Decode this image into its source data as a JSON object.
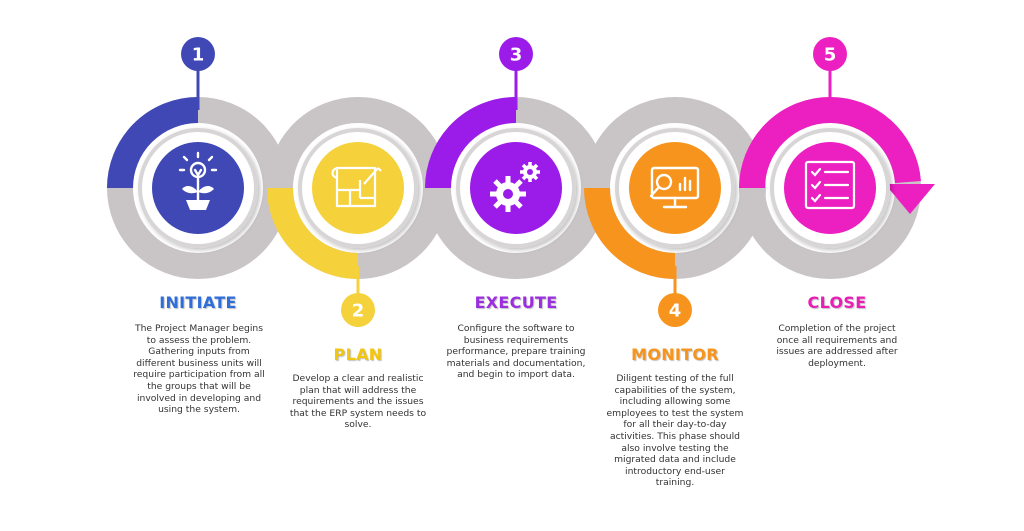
{
  "stages": [
    {
      "number": "1",
      "title": "INITIATE",
      "description": "The Project Manager begins to assess the problem. Gathering inputs from different business units will require participation from all the groups that will be involved in developing and using the system.",
      "color": "#3f48b4",
      "title_color": "#2f6ed8",
      "icon": "idea-plant-icon"
    },
    {
      "number": "2",
      "title": "PLAN",
      "description": "Develop a clear and realistic plan that will address the requirements and the issues that the ERP system needs to solve.",
      "color": "#f5d13c",
      "title_color": "#f2c511",
      "icon": "blueprint-icon"
    },
    {
      "number": "3",
      "title": "EXECUTE",
      "description": "Configure the software to business requirements performance, prepare training materials and documentation, and begin to import data.",
      "color": "#9b1be8",
      "title_color": "#9b2fe0",
      "icon": "gears-icon"
    },
    {
      "number": "4",
      "title": "MONITOR",
      "description": "Diligent testing of the full capabilities of the system, including allowing some employees to test the system for all their day-to-day activities. This phase should also involve testing the migrated data and include introductory end-user training.",
      "color": "#f7941d",
      "title_color": "#f7941d",
      "icon": "monitor-analytics-icon"
    },
    {
      "number": "5",
      "title": "CLOSE",
      "description": "Completion of the project once all requirements and issues are addressed after deployment.",
      "color": "#ec1fc1",
      "title_color": "#e91fb5",
      "icon": "checklist-icon"
    }
  ],
  "track_color": "#c9c4c6"
}
